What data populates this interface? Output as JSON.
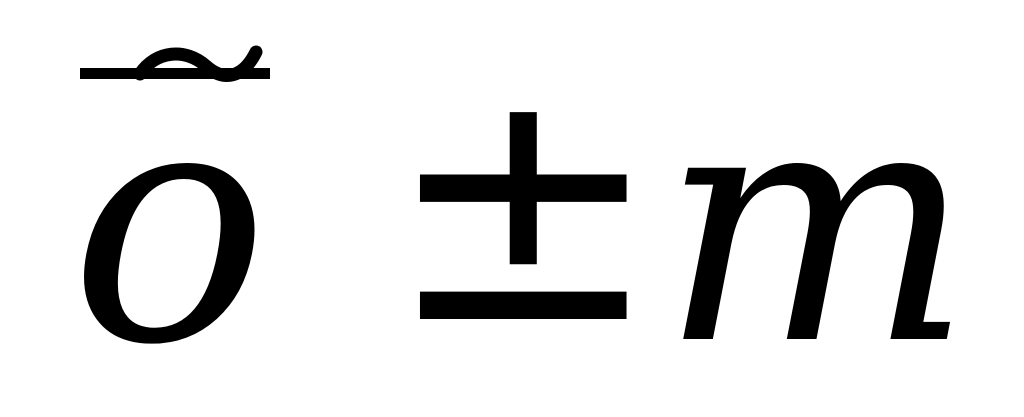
{
  "formula": {
    "base_variable": "o",
    "operator": "±",
    "second_variable": "m",
    "accents": [
      "tilde",
      "macron"
    ]
  }
}
